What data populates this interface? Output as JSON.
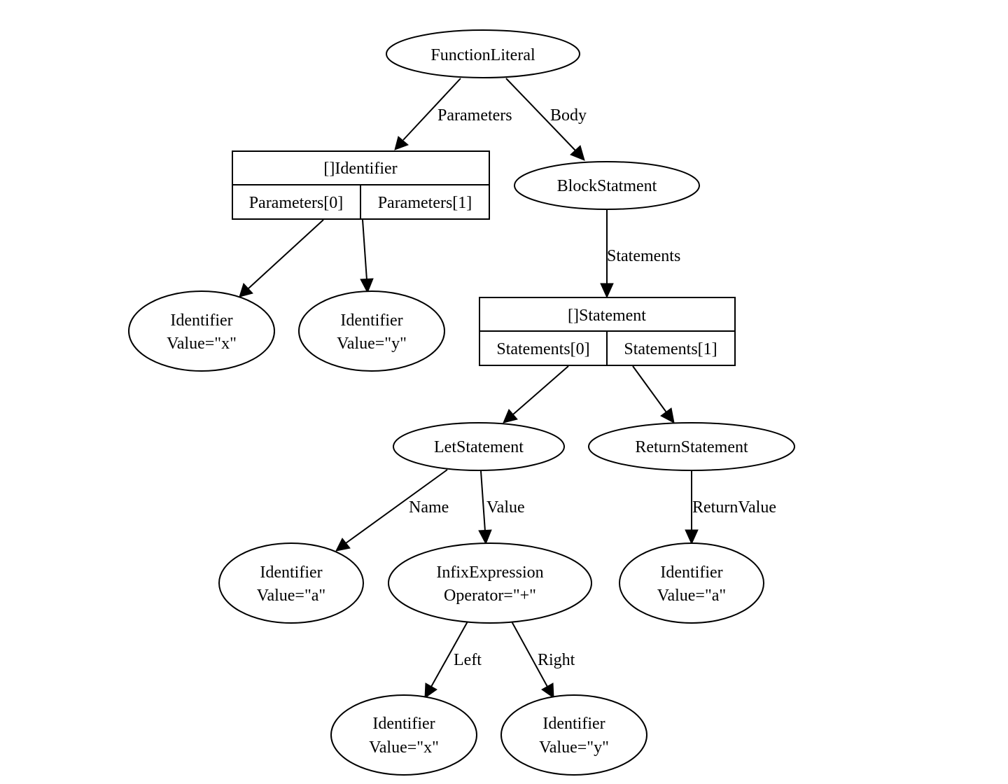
{
  "nodes": {
    "function_literal": {
      "label": "FunctionLiteral"
    },
    "identifier_array": {
      "header": "[]Identifier",
      "fields": [
        "Parameters[0]",
        "Parameters[1]"
      ]
    },
    "block_statement": {
      "label": "BlockStatment"
    },
    "param_x": {
      "line1": "Identifier",
      "line2": "Value=\"x\""
    },
    "param_y": {
      "line1": "Identifier",
      "line2": "Value=\"y\""
    },
    "statement_array": {
      "header": "[]Statement",
      "fields": [
        "Statements[0]",
        "Statements[1]"
      ]
    },
    "let_statement": {
      "label": "LetStatement"
    },
    "return_statement": {
      "label": "ReturnStatement"
    },
    "let_name": {
      "line1": "Identifier",
      "line2": "Value=\"a\""
    },
    "infix_expression": {
      "line1": "InfixExpression",
      "line2": "Operator=\"+\""
    },
    "return_value": {
      "line1": "Identifier",
      "line2": "Value=\"a\""
    },
    "left_x": {
      "line1": "Identifier",
      "line2": "Value=\"x\""
    },
    "right_y": {
      "line1": "Identifier",
      "line2": "Value=\"y\""
    }
  },
  "edges": {
    "parameters": "Parameters",
    "body": "Body",
    "statements": "Statements",
    "name": "Name",
    "value": "Value",
    "return_value": "ReturnValue",
    "left": "Left",
    "right": "Right"
  }
}
